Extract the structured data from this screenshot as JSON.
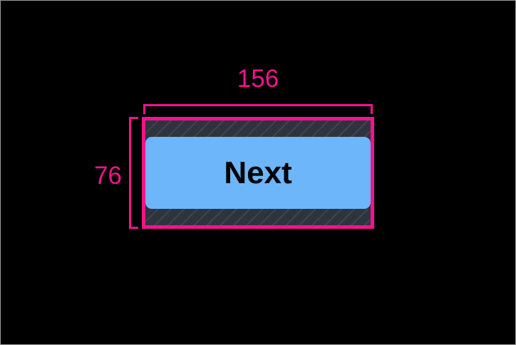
{
  "overlay": {
    "tool_name": "element-size-overlay",
    "accent_color": "#f5128d",
    "background_color": "#000000",
    "width_measurement": "156",
    "height_measurement": "76"
  },
  "element": {
    "type": "button",
    "label": "Next",
    "fill_color": "#6cb6f9",
    "text_color": "#000000",
    "padding_color": "#2e343d",
    "padding_pattern": "diagonal-hatch"
  }
}
